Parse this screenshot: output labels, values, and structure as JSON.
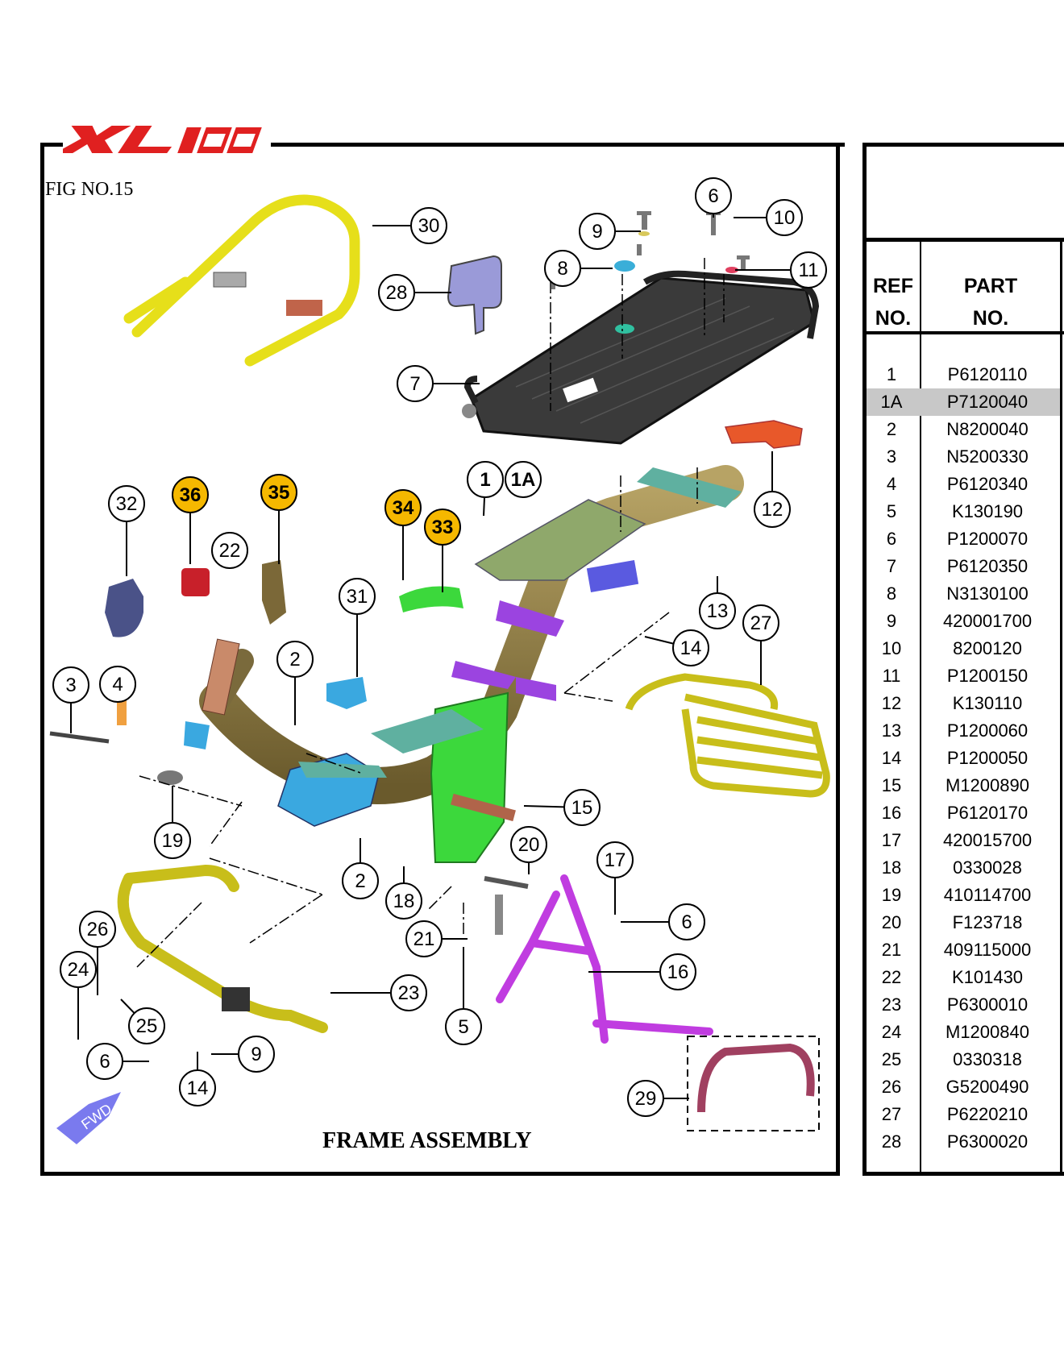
{
  "logo": {
    "text": "XL100",
    "color": "#e02020"
  },
  "fig_no": "FIG NO.15",
  "caption": "FRAME ASSEMBLY",
  "fwd_label": "FWD",
  "table": {
    "header_ref_line1": "REF",
    "header_ref_line2": "NO.",
    "header_part_line1": "PART",
    "header_part_line2": "NO.",
    "rows": [
      {
        "ref": "1",
        "part": "P6120110"
      },
      {
        "ref": "1A",
        "part": "P7120040"
      },
      {
        "ref": "2",
        "part": "N8200040"
      },
      {
        "ref": "3",
        "part": "N5200330"
      },
      {
        "ref": "4",
        "part": "P6120340"
      },
      {
        "ref": "5",
        "part": "K130190"
      },
      {
        "ref": "6",
        "part": "P1200070"
      },
      {
        "ref": "7",
        "part": "P6120350"
      },
      {
        "ref": "8",
        "part": "N3130100"
      },
      {
        "ref": "9",
        "part": "420001700"
      },
      {
        "ref": "10",
        "part": "8200120"
      },
      {
        "ref": "11",
        "part": "P1200150"
      },
      {
        "ref": "12",
        "part": "K130110"
      },
      {
        "ref": "13",
        "part": "P1200060"
      },
      {
        "ref": "14",
        "part": "P1200050"
      },
      {
        "ref": "15",
        "part": "M1200890"
      },
      {
        "ref": "16",
        "part": "P6120170"
      },
      {
        "ref": "17",
        "part": "420015700"
      },
      {
        "ref": "18",
        "part": "0330028"
      },
      {
        "ref": "19",
        "part": "410114700"
      },
      {
        "ref": "20",
        "part": "F123718"
      },
      {
        "ref": "21",
        "part": "409115000"
      },
      {
        "ref": "22",
        "part": "K101430"
      },
      {
        "ref": "23",
        "part": "P6300010"
      },
      {
        "ref": "24",
        "part": "M1200840"
      },
      {
        "ref": "25",
        "part": "0330318"
      },
      {
        "ref": "26",
        "part": "G5200490"
      },
      {
        "ref": "27",
        "part": "P6220210"
      },
      {
        "ref": "28",
        "part": "P6300020"
      }
    ]
  },
  "callouts": [
    {
      "label": "30"
    },
    {
      "label": "28"
    },
    {
      "label": "6"
    },
    {
      "label": "10"
    },
    {
      "label": "9"
    },
    {
      "label": "8"
    },
    {
      "label": "11"
    },
    {
      "label": "7"
    },
    {
      "label": "12"
    },
    {
      "label": "1"
    },
    {
      "label": "1A"
    },
    {
      "label": "32"
    },
    {
      "label": "36"
    },
    {
      "label": "35"
    },
    {
      "label": "34"
    },
    {
      "label": "33"
    },
    {
      "label": "22"
    },
    {
      "label": "31"
    },
    {
      "label": "13"
    },
    {
      "label": "27"
    },
    {
      "label": "14"
    },
    {
      "label": "2"
    },
    {
      "label": "3"
    },
    {
      "label": "4"
    },
    {
      "label": "15"
    },
    {
      "label": "19"
    },
    {
      "label": "20"
    },
    {
      "label": "17"
    },
    {
      "label": "2"
    },
    {
      "label": "18"
    },
    {
      "label": "6"
    },
    {
      "label": "16"
    },
    {
      "label": "21"
    },
    {
      "label": "26"
    },
    {
      "label": "24"
    },
    {
      "label": "23"
    },
    {
      "label": "25"
    },
    {
      "label": "5"
    },
    {
      "label": "9"
    },
    {
      "label": "6"
    },
    {
      "label": "14"
    },
    {
      "label": "29"
    }
  ]
}
